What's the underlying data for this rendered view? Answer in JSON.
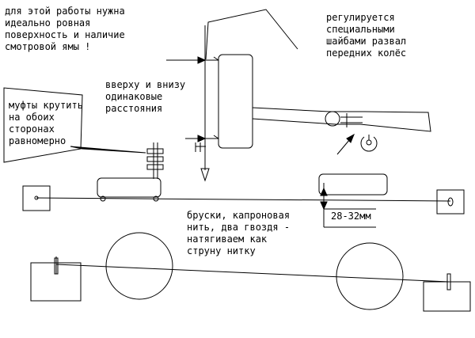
{
  "notes": {
    "flat_surface": "для этой работы нужна\nидеально ровная\nповерхность и наличие\nсмотровой ямы !",
    "camber_shims": "регулируется\nспециальными\nшайбами развал\nпередних колёс",
    "equal_distances": "вверху и внизу\nодинаковые\nрасстояния",
    "turn_couplings": "муфты крутить\nна обоих\nсторонах\nравномерно",
    "thread_setup": "бруски, капроновая\nнить, два гвоздя -\nнатягиваем как\nструну нитку",
    "measurement": "28-32мм"
  },
  "colors": {
    "line": "#000000",
    "background": "#ffffff"
  }
}
